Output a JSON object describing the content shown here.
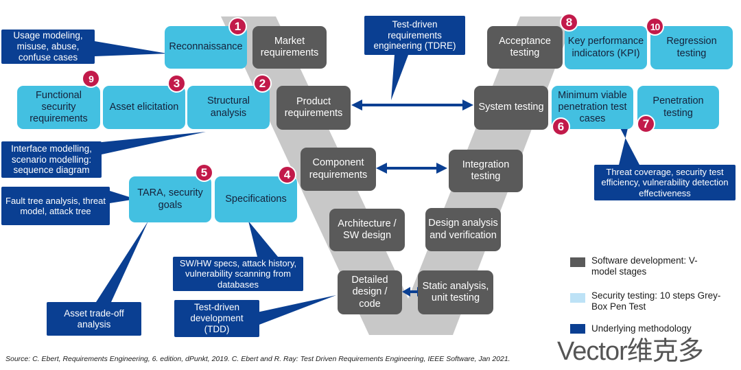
{
  "v_model": {
    "market_requirements": "Market requirements",
    "product_requirements": "Product requirements",
    "component_requirements": "Component requirements",
    "architecture_sw_design": "Architecture / SW design",
    "detailed_design_code": "Detailed design / code",
    "static_analysis_unit_testing": "Static analysis, unit testing",
    "design_analysis_verification": "Design analysis and verification",
    "integration_testing": "Integration testing",
    "system_testing": "System testing",
    "acceptance_testing": "Acceptance testing"
  },
  "security_steps": {
    "reconnaissance": "Reconnaissance",
    "structural_analysis": "Structural analysis",
    "asset_elicitation": "Asset elicitation",
    "specifications": "Specifications",
    "tara_security_goals": "TARA, security goals",
    "minimum_viable_pentest_cases": "Minimum viable penetration test cases",
    "penetration_testing": "Penetration testing",
    "key_performance_indicators": "Key performance indicators (KPI)",
    "functional_security_requirements": "Functional security requirements",
    "regression_testing": "Regression testing"
  },
  "badges": {
    "reconnaissance": "1",
    "structural_analysis": "2",
    "asset_elicitation": "3",
    "specifications": "4",
    "tara_security_goals": "5",
    "minimum_viable_pentest_cases": "6",
    "penetration_testing": "7",
    "key_performance_indicators": "8",
    "functional_security_requirements": "9",
    "regression_testing": "10"
  },
  "methodology": {
    "usage_modeling": "Usage modeling, misuse, abuse, confuse cases",
    "interface_modelling": "Interface modelling, scenario modelling: sequence diagram",
    "fault_tree_analysis": "Fault tree analysis, threat model, attack tree",
    "asset_tradeoff": "Asset trade-off analysis",
    "sw_hw_specs": "SW/HW specs, attack history, vulnerability scanning from databases",
    "tdd": "Test-driven development (TDD)",
    "tdre": "Test-driven requirements engineering (TDRE)",
    "threat_coverage": "Threat coverage, security test efficiency, vulnerability detection effectiveness"
  },
  "legend": {
    "software_development": "Software development: V-model stages",
    "security_testing": "Security testing: 10 steps Grey-Box Pen Test",
    "underlying_methodology": "Underlying methodology"
  },
  "colors": {
    "gray": "#5a5a5a",
    "light_blue": "#43c0e1",
    "legend_light_blue": "#bde2f6",
    "dark_blue": "#0a3f92",
    "badge_red": "#c21a4a",
    "v_background": "#c8c8c8"
  },
  "source": "Source: C. Ebert, Requirements Engineering, 6. edition, dPunkt, 2019. C. Ebert and R. Ray: Test Driven Requirements Engineering, IEEE Software, Jan 2021.",
  "watermark": "Vector维克多"
}
